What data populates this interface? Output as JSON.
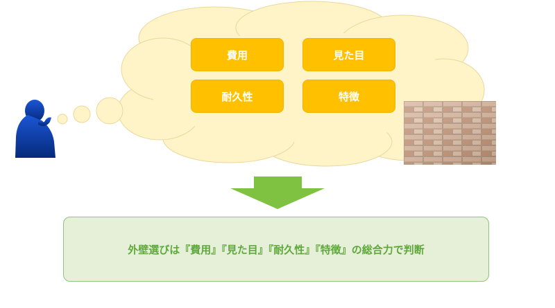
{
  "tags": {
    "cost": "費用",
    "look": "見た目",
    "durability": "耐久性",
    "feature": "特徴"
  },
  "summary": {
    "text": "外壁選びは『費用』『見た目』『耐久性』『特徴』の総合力で判断"
  },
  "colors": {
    "cloud": "#fff3c8",
    "tag": "#ffc000",
    "arrow": "#7fc241",
    "summary_bg": "#e6f0d8",
    "summary_text": "#5fa83b",
    "person": "#0b3a9c"
  },
  "icons": {
    "thinker": "thinking-person-icon",
    "brick": "brick-wall-image"
  }
}
